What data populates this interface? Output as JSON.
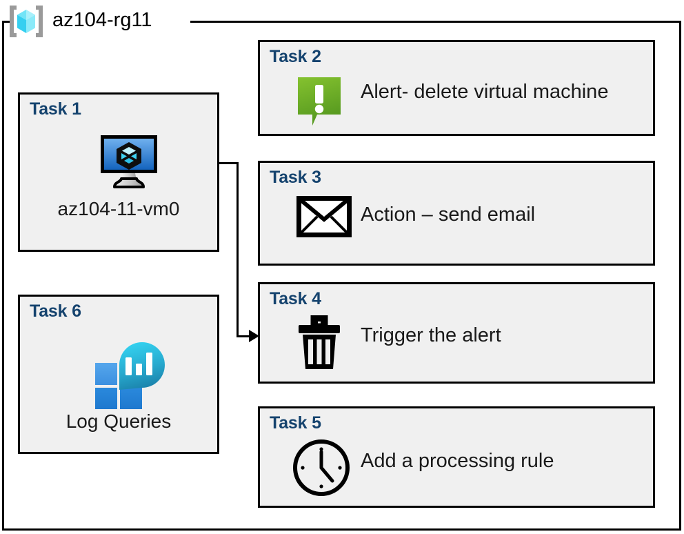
{
  "resource_group": {
    "name": "az104-rg11",
    "icon": "azure-resource-group-icon"
  },
  "colors": {
    "task_label": "#15436E",
    "card_background": "#f0f0f0",
    "card_border": "#000000",
    "alert_green_light": "#7FBA30",
    "alert_green_dark": "#5A9C22",
    "vm_screen_blue_light": "#5BA3E8",
    "vm_screen_blue_dark": "#1565C0",
    "log_analytics_cyan": "#2BC4E8",
    "log_analytics_teal": "#1A7FA8",
    "tile_blue_light": "#4A9BE8",
    "tile_blue_dark": "#2080D8",
    "rg_bracket_gray": "#9A9A9A",
    "rg_cube_cyan": "#57DCF5",
    "icon_black": "#000000",
    "page_background": "#ffffff"
  },
  "cards": [
    {
      "id": "task1",
      "title": "Task 1",
      "caption": "az104-11-vm0",
      "icon": "virtual-machine-icon",
      "layout": "icon-above-caption"
    },
    {
      "id": "task2",
      "title": "Task 2",
      "label": "Alert- delete virtual machine",
      "icon": "alert-exclamation-bubble-icon",
      "layout": "icon-left-label-right"
    },
    {
      "id": "task3",
      "title": "Task 3",
      "label": "Action – send email",
      "icon": "envelope-icon",
      "layout": "icon-left-label-right"
    },
    {
      "id": "task4",
      "title": "Task 4",
      "label": "Trigger the alert",
      "icon": "trash-can-icon",
      "layout": "icon-left-label-right"
    },
    {
      "id": "task5",
      "title": "Task 5",
      "label": "Add a processing rule",
      "icon": "clock-icon",
      "layout": "icon-left-label-right"
    },
    {
      "id": "task6",
      "title": "Task 6",
      "caption": "Log Queries",
      "icon": "log-analytics-icon",
      "layout": "icon-above-caption"
    }
  ],
  "connector": {
    "from": "task1-virtual-machine-icon",
    "to": "task4-card",
    "style": "elbow-line-with-arrowhead"
  }
}
